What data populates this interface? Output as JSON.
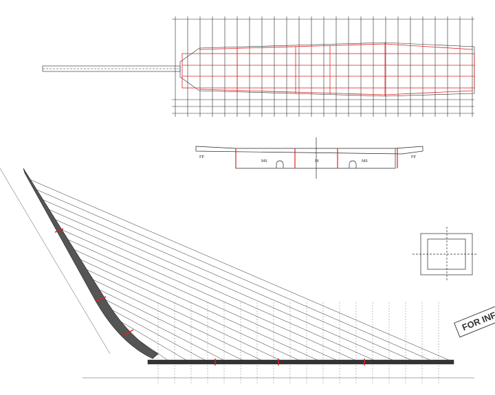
{
  "drawing": {
    "stamp_text": "FOR INFO",
    "cross_section": {
      "labels": [
        "FP",
        "MS",
        "M",
        "MS",
        "FP"
      ]
    },
    "colors": {
      "line": "#222222",
      "highlight": "#e02020"
    }
  }
}
